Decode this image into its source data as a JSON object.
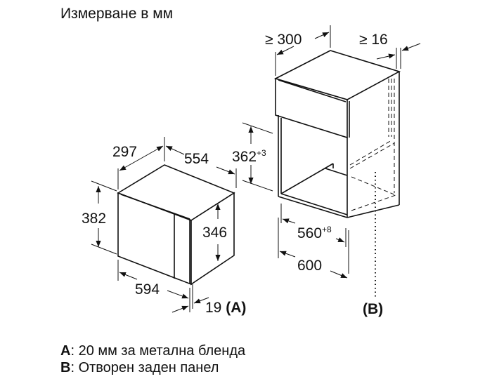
{
  "title": "Измерване в мм",
  "appliance": {
    "depth": "297",
    "width_top": "554",
    "height": "382",
    "inner_height": "346",
    "width_front": "594",
    "panel_offset": "19",
    "panel_marker": "(A)"
  },
  "cabinet": {
    "top_depth": "≥ 300",
    "rear_gap": "≥ 16",
    "niche_height": "362",
    "niche_height_tol": "+3",
    "niche_width": "560",
    "niche_width_tol": "+8",
    "cabinet_width": "600",
    "rear_marker": "(B)"
  },
  "legend": [
    {
      "key": "A",
      "text": ": 20 мм за метална бленда"
    },
    {
      "key": "B",
      "text": ": Отворен заден панел"
    }
  ],
  "colors": {
    "line": "#111111",
    "background": "#ffffff"
  }
}
